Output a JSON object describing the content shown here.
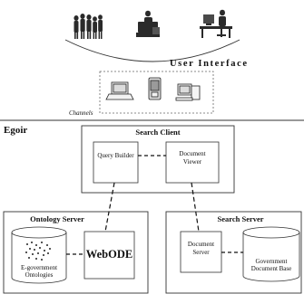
{
  "user_interface": {
    "label": "User Interface"
  },
  "channels": {
    "label": "Channels"
  },
  "egoir": {
    "label": "Egoir"
  },
  "search_client": {
    "title": "Search Client",
    "query_builder": "Query Builder",
    "document_viewer": [
      "Document",
      "Viewer"
    ]
  },
  "ontology_server": {
    "title": "Ontology Server",
    "webode": "WebODE",
    "cylinder_label": [
      "E-government",
      "Ontologies"
    ]
  },
  "search_server": {
    "title": "Search Server",
    "document_server": [
      "Document",
      "Server"
    ],
    "cylinder_label": [
      "Government",
      "Document Base"
    ]
  }
}
